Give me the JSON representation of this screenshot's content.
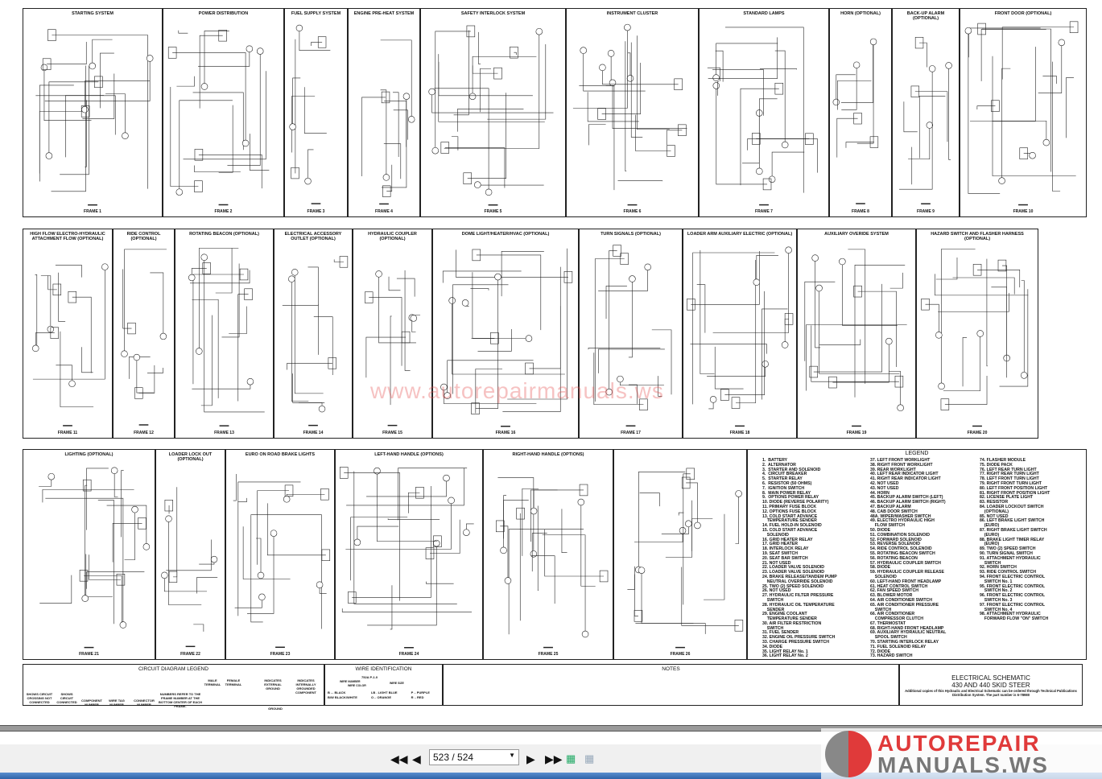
{
  "frames": [
    {
      "title": "STARTING SYSTEM",
      "label": "FRAME 1"
    },
    {
      "title": "POWER DISTRIBUTION",
      "label": "FRAME 2"
    },
    {
      "title": "FUEL SUPPLY SYSTEM",
      "label": "FRAME 3"
    },
    {
      "title": "ENGINE PRE-HEAT SYSTEM",
      "label": "FRAME 4"
    },
    {
      "title": "SAFETY INTERLOCK SYSTEM",
      "label": "FRAME 5"
    },
    {
      "title": "INSTRUMENT CLUSTER",
      "label": "FRAME 6"
    },
    {
      "title": "STANDARD LAMPS",
      "label": "FRAME 7"
    },
    {
      "title": "HORN (OPTIONAL)",
      "label": "FRAME 8"
    },
    {
      "title": "BACK-UP ALARM (OPTIONAL)",
      "label": "FRAME 9"
    },
    {
      "title": "FRONT DOOR (OPTIONAL)",
      "label": "FRAME 10"
    },
    {
      "title": "HIGH FLOW ELECTRO-HYDRAULIC ATTACHMENT FLOW (OPTIONAL)",
      "label": "FRAME 11"
    },
    {
      "title": "RIDE CONTROL (OPTIONAL)",
      "label": "FRAME 12"
    },
    {
      "title": "ROTATING BEACON (OPTIONAL)",
      "label": "FRAME 13"
    },
    {
      "title": "ELECTRICAL ACCESSORY OUTLET (OPTIONAL)",
      "label": "FRAME 14"
    },
    {
      "title": "HYDRAULIC COUPLER (OPTIONAL)",
      "label": "FRAME 15"
    },
    {
      "title": "DOME LIGHT/HEATER/HVAC (OPTIONAL)",
      "label": "FRAME 16"
    },
    {
      "title": "TURN SIGNALS (OPTIONAL)",
      "label": "FRAME 17"
    },
    {
      "title": "LOADER ARM AUXILIARY ELECTRIC (OPTIONAL)",
      "label": "FRAME 18"
    },
    {
      "title": "AUXILIARY OVERIDE SYSTEM",
      "label": "FRAME 19"
    },
    {
      "title": "HAZARD SWITCH AND FLASHER HARNESS (OPTIONAL)",
      "label": "FRAME 20"
    },
    {
      "title": "LIGHTING (OPTIONAL)",
      "label": "FRAME 21"
    },
    {
      "title": "LOADER LOCK OUT (OPTIONAL)",
      "label": "FRAME 22"
    },
    {
      "title": "EURO ON ROAD BRAKE LIGHTS",
      "label": "FRAME 23"
    },
    {
      "title": "LEFT-HAND HANDLE (OPTIONS)",
      "label": "FRAME 24"
    },
    {
      "title": "RIGHT-HAND HANDLE (OPTIONS)",
      "label": "FRAME 25"
    },
    {
      "title": "",
      "label": "FRAME 26"
    }
  ],
  "legend": {
    "title": "LEGEND",
    "col1": [
      "1.  BATTERY",
      "2.  ALTERNATOR",
      "3.  STARTER AND SOLENOID",
      "4.  CIRCUIT BREAKER",
      "5.  STARTER RELAY",
      "6.  RESISTOR (50 OHMS)",
      "7.  IGNITION SWITCH",
      "8.  MAIN POWER RELAY",
      "9.  OPTIONS POWER RELAY",
      "10. DIODE (REVERSE POLARITY)",
      "11. PRIMARY FUSE BLOCK",
      "12. OPTIONS FUSE BLOCK",
      "13. COLD START ADVANCE\n    TEMPERATURE SENDER",
      "14. FUEL HOLD-IN SOLENOID",
      "15. COLD START ADVANCE\n    SOLENOID",
      "16. GRID HEATER RELAY",
      "17. GRID HEATER",
      "18. INTERLOCK RELAY",
      "19. SEAT SWITCH",
      "20. SEAT BAR SWITCH",
      "21. NOT USED",
      "22. LOADER VALVE SOLENOID",
      "23. LOADER VALVE SOLENOID",
      "24. BRAKE RELEASE/TANDEM PUMP\n    NEUTRAL OVERRIDE SOLENOID",
      "25. TWO (2) SPEED SOLENOID",
      "26. NOT USED",
      "27. HYDRAULIC FILTER PRESSURE\n    SWITCH",
      "28. HYDRAULIC OIL TEMPERATURE\n    SENDER",
      "29. ENGINE COOLANT\n    TEMPERATURE SENDER",
      "30. AIR FILTER RESTRICTION\n    SWITCH",
      "31. FUEL SENDER",
      "32. ENGINE OIL PRESSURE SWITCH",
      "33. CHARGE PRESSURE SWITCH",
      "34. DIODE",
      "35. LIGHT RELAY No. 1",
      "36. LIGHT RELAY No. 2"
    ],
    "col2": [
      "37. LEFT FRONT WORKLIGHT",
      "38. RIGHT FRONT WORKLIGHT",
      "39. REAR WORKLIGHT",
      "40. LEFT REAR INDICATOR LIGHT",
      "41. RIGHT REAR INDICATOR LIGHT",
      "42. NOT USED",
      "43. NOT USED",
      "44. HORN",
      "45. BACKUP ALARM SWITCH (LEFT)",
      "46. BACKUP ALARM SWITCH (RIGHT)",
      "47. BACKUP ALARM",
      "48. CAB DOOR SWITCH",
      "48A. WIPER/WASHER SWITCH",
      "49. ELECTRO HYDRAULIC HIGH\n    FLOW SWITCH",
      "50. DIODE",
      "51. COMBINATION SOLENOID",
      "52. FORWARD SOLENOID",
      "53. REVERSE SOLENOID",
      "54. RIDE CONTROL SOLENOID",
      "55. ROTATING BEACON SWITCH",
      "56. ROTATING BEACON",
      "57. HYDRAULIC COUPLER SWITCH",
      "58. DIODE",
      "59. HYDRAULIC COUPLER RELEASE\n    SOLENOID",
      "60. LEFT-HAND FRONT HEADLAMP",
      "61. HEAT CONTROL SWITCH",
      "62. FAN SPEED SWITCH",
      "63. BLOWER MOTOR",
      "64. AIR CONDITIONER SWITCH",
      "65. AIR CONDITIONER PRESSURE\n    SWITCH",
      "66. AIR CONDITIONER\n    COMPRESSOR CLUTCH",
      "67. THERMOSTAT",
      "68. RIGHT-HAND FRONT HEADLAMP",
      "69. AUXILIARY HYDRAULIC NEUTRAL\n    SPOOL SWITCH",
      "70. STARTING INTERLOCK RELAY",
      "71. FUEL SOLENOID RELAY",
      "72. DIODE",
      "73. HAZARD SWITCH"
    ],
    "col3": [
      "74. FLASHER MODULE",
      "75. DIODE PACK",
      "76. LEFT REAR TURN LIGHT",
      "77. RIGHT REAR TURN LIGHT",
      "78. LEFT FRONT TURN LIGHT",
      "79. RIGHT FRONT TURN LIGHT",
      "80. LEFT FRONT POSITION LIGHT",
      "81. RIGHT FRONT POSITION LIGHT",
      "82. LICENSE PLATE LIGHT",
      "83. RESISTOR",
      "84. LOADER LOCKOUT SWITCH\n    (OPTIONAL)",
      "85. NOT USED",
      "86. LEFT BRAKE LIGHT SWITCH\n    (EURO)",
      "87. RIGHT BRAKE LIGHT SWITCH\n    (EURO)",
      "88. BRAKE LIGHT TIMER RELAY\n    (EURO)",
      "89. TWO (2) SPEED SWITCH",
      "90. TURN SIGNAL SWITCH",
      "91. ATTACHMENT HYDRAULIC\n    SWITCH",
      "92. HORN SWITCH",
      "93. RIDE CONTROL SWITCH",
      "94. FRONT ELECTRIC CONTROL\n    SWITCH No. 1",
      "95. FRONT ELECTRIC CONTROL\n    SWITCH No. 2",
      "96. FRONT ELECTRIC CONTROL\n    SWITCH No. 3",
      "97. FRONT ELECTRIC CONTROL\n    SWITCH No. 4",
      "98. ATTACHMENT HYDRAULIC\n    FORWARD FLOW \"ON\" SWITCH"
    ]
  },
  "circuit_legend": {
    "title": "CIRCUIT DIAGRAM LEGEND",
    "items": [
      "SHOWS CIRCUIT CROSSING NOT CONNECTED",
      "SHOWS CIRCUIT CONNECTED",
      "COMPONENT NUMBER",
      "WIRE TAG NUMBER",
      "CONNECTOR NUMBER",
      "NUMBERS REFER TO THE FRAME NUMBER AT THE BOTTOM CENTER OF EACH FRAME.",
      "MALE TERMINAL",
      "FEMALE TERMINAL",
      "INDICATES EXTERNAL GROUND",
      "GROUND",
      "INDICATES INTERNALLY GROUNDED COMPONENT"
    ]
  },
  "wire_id": {
    "title": "WIRE IDENTIFICATION",
    "example": "752A P-1.0",
    "wire_number": "WIRE NUMBER",
    "wire_color": "WIRE COLOR",
    "wire_size": "WIRE SIZE",
    "colors": [
      "B ... BLACK",
      "B/W  BLACK/WHITE",
      "LB . LIGHT BLUE",
      "O .. ORANGE",
      "P .. PURPLE",
      "R .. RED"
    ]
  },
  "notes": {
    "title": "NOTES"
  },
  "title_block": {
    "line1": "ELECTRICAL SCHEMATIC",
    "line2": "430 AND 440 SKID STEER",
    "note": "Additional copies of this Hydraulic and Electrical Schematic can be ordered through Technical Publications Distribution System. The part number is 6-78980"
  },
  "watermark": {
    "center": "www.autorepairmanuals.ws",
    "brand1": "AUTOREPAIR",
    "brand2": "MANUALS.WS"
  },
  "toolbar": {
    "page": "523 / 524"
  },
  "colors": {
    "toolbar": "#f0f0f0",
    "taskbar": "#2f63a8",
    "brand_red": "#e03a3a"
  }
}
